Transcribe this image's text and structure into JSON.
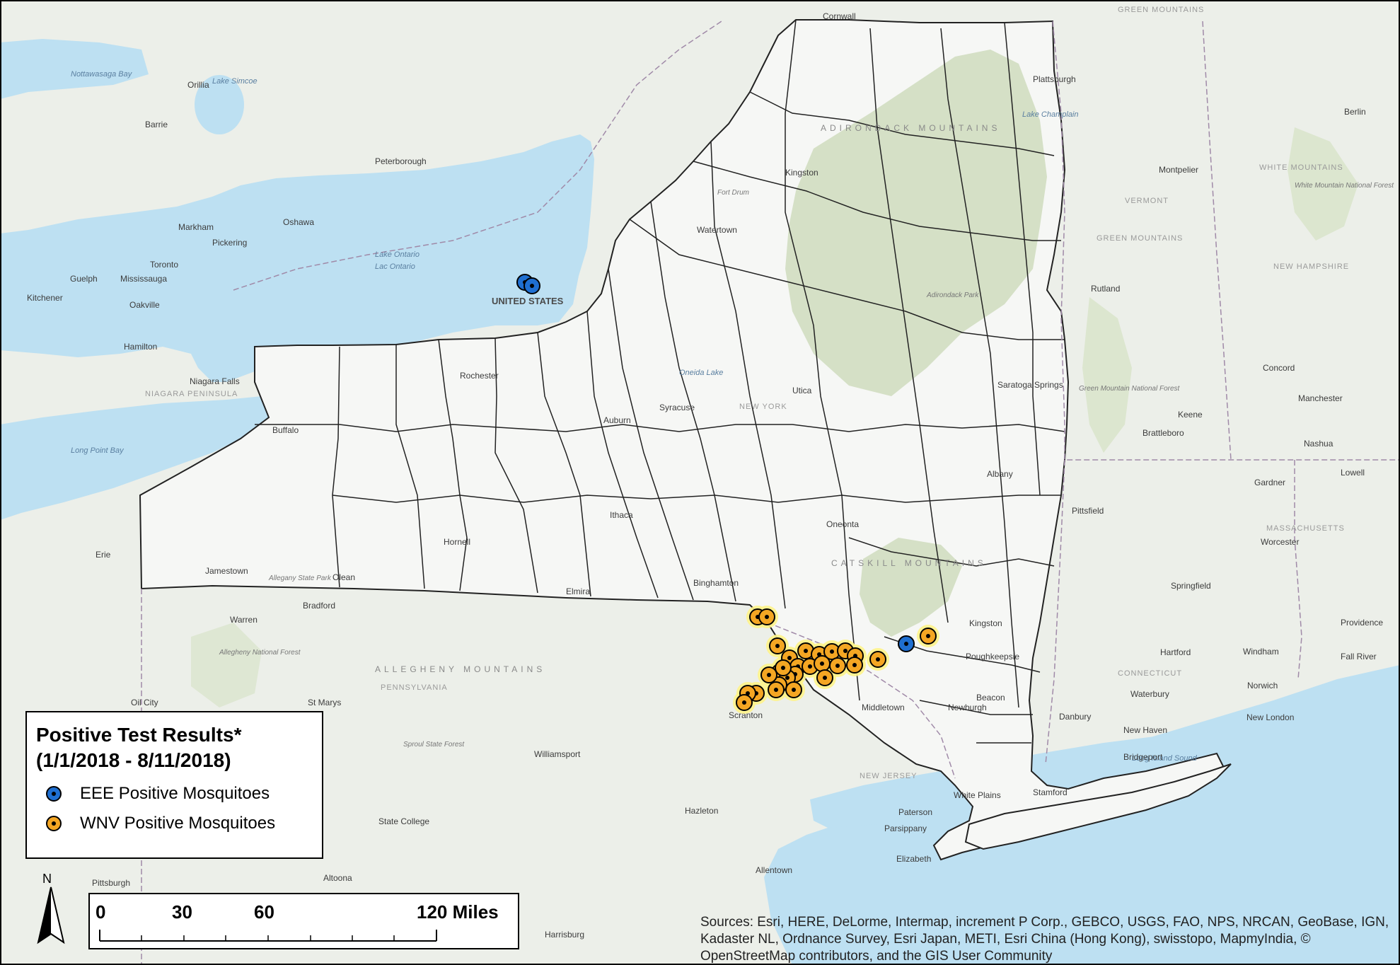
{
  "legend": {
    "title_line1": "Positive Test Results*",
    "title_line2": "(1/1/2018 - 8/11/2018)",
    "items": [
      {
        "label": "EEE Positive Mosquitoes",
        "color": "#1f6fd1"
      },
      {
        "label": "WNV Positive Mosquitoes",
        "color": "#f4a623"
      }
    ]
  },
  "north": "N",
  "scale": {
    "ticks": [
      "0",
      "30",
      "60",
      "120 Miles"
    ]
  },
  "credits": "Sources: Esri, HERE, DeLorme, Intermap, increment P Corp., GEBCO, USGS, FAO, NPS, NRCAN, GeoBase, IGN, Kadaster NL, Ordnance Survey, Esri Japan, METI, Esri China (Hong Kong), swisstopo, MapmyIndia, © OpenStreetMap contributors, and the GIS User Community",
  "colors": {
    "water": "#bde0f2",
    "land": "#ecefe9",
    "state_fill": "#f6f7f5",
    "forest": "#d3e0c1",
    "eee": "#1f6fd1",
    "wnv": "#f4a623",
    "wnv_halo": "#fff38a"
  },
  "places": {
    "new_york_state": "NEW YORK",
    "syracuse": "Syracuse",
    "rochester": "Rochester",
    "buffalo": "Buffalo",
    "utica": "Utica",
    "albany": "Albany",
    "binghamton": "Binghamton",
    "ithaca": "Ithaca",
    "elmira": "Elmira",
    "watertown": "Watertown",
    "plattsburgh": "Plattsburgh",
    "toronto": "Toronto",
    "hamilton": "Hamilton",
    "kingston": "Kingston",
    "oshawa": "Oshawa",
    "pittsburgh": "Pittsburgh",
    "scranton": "Scranton",
    "allentown": "Allentown",
    "hartford": "Hartford",
    "bridgeport": "Bridgeport",
    "stamford": "Stamford",
    "paterson": "Paterson",
    "white_plains": "White Plains",
    "new_haven": "New Haven",
    "poughkeepsie": "Poughkeepsie",
    "saratoga": "Saratoga Springs",
    "jamestown": "Jamestown",
    "olean": "Olean",
    "hornell": "Hornell",
    "auburn": "Auburn",
    "oneonta": "Oneonta",
    "middletown": "Middletown",
    "newburgh": "Newburgh",
    "beacon": "Beacon",
    "danbury": "Danbury",
    "waterbury": "Waterbury",
    "springfield": "Springfield",
    "pittsfield": "Pittsfield",
    "worcester": "Worcester",
    "providence": "Providence",
    "montpelier": "Montpelier",
    "rutland": "Rutland",
    "concord": "Concord",
    "manchester": "Manchester",
    "nashua": "Nashua",
    "keene": "Keene",
    "brattleboro": "Brattleboro",
    "erie": "Erie",
    "warren": "Warren",
    "bradford": "Bradford",
    "kitchener": "Kitchener",
    "guelph": "Guelph",
    "mississauga": "Mississauga",
    "markham": "Markham",
    "pickering": "Pickering",
    "oakville": "Oakville",
    "barrie": "Barrie",
    "orillia": "Orillia",
    "peterborough": "Peterborough",
    "niagara_falls": "Niagara Falls",
    "cornwall": "Cornwall",
    "burlington_vt": "Berlin",
    "lake_ontario": "Lake Ontario",
    "lake_ontario_fr": "Lac Ontario",
    "united_states": "UNITED STATES",
    "adirondack": "ADIRONDACK MOUNTAINS",
    "catskill": "CATSKILL MOUNTAINS",
    "allegheny": "ALLEGHENY MOUNTAINS",
    "green_mountains": "GREEN MOUNTAINS",
    "white_mountains": "WHITE MOUNTAINS",
    "pennsylvania": "PENNSYLVANIA",
    "vermont": "VERMONT",
    "new_hampshire": "NEW HAMPSHIRE",
    "massachusetts": "MASSACHUSETTS",
    "connecticut": "CONNECTICUT",
    "new_jersey": "NEW JERSEY",
    "niagara_peninsula": "NIAGARA PENINSULA",
    "long_island_sound": "Long Island Sound",
    "oneida_lake": "Oneida Lake",
    "adirondack_park": "Adirondack Park",
    "fort_drum": "Fort Drum",
    "lake_champlain": "Lake Champlain",
    "lake_simcoe": "Lake Simcoe",
    "long_point_bay": "Long Point Bay",
    "nottawasaga_bay": "Nottawasaga Bay",
    "allegany_park": "Allegany State Park",
    "sproul": "Sproul State Forest",
    "allegheny_nf": "Allegheny National Forest",
    "green_mtn_nf": "Green Mountain National Forest",
    "white_mtn_nf": "White Mountain National Forest",
    "williamsport": "Williamsport",
    "state_college": "State College",
    "altoona": "Altoona",
    "harrisburg": "Harrisburg",
    "hazleton": "Hazleton",
    "st_marys": "St Marys",
    "oil_city": "Oil City",
    "elizabeth": "Elizabeth",
    "parsippany": "Parsippany",
    "windham": "Windham",
    "norwich": "Norwich",
    "new_london": "New London",
    "fall_river": "Fall River",
    "lowell": "Lowell",
    "gardner": "Gardner",
    "kingston_ny": "Kingston"
  },
  "points": {
    "eee": [
      [
        742,
        399
      ],
      [
        752,
        404
      ],
      [
        1281,
        910
      ]
    ],
    "wnv": [
      [
        1071,
        872
      ],
      [
        1084,
        872
      ],
      [
        1099,
        913
      ],
      [
        1139,
        920
      ],
      [
        1158,
        925
      ],
      [
        1176,
        921
      ],
      [
        1195,
        920
      ],
      [
        1209,
        927
      ],
      [
        1241,
        932
      ],
      [
        1312,
        899
      ],
      [
        1116,
        930
      ],
      [
        1128,
        942
      ],
      [
        1145,
        942
      ],
      [
        1162,
        938
      ],
      [
        1184,
        941
      ],
      [
        1208,
        940
      ],
      [
        1102,
        950
      ],
      [
        1124,
        953
      ],
      [
        1113,
        958
      ],
      [
        1101,
        968
      ],
      [
        1166,
        958
      ],
      [
        1122,
        975
      ],
      [
        1097,
        975
      ],
      [
        1069,
        980
      ],
      [
        1057,
        980
      ],
      [
        1052,
        993
      ],
      [
        1087,
        954
      ],
      [
        1107,
        944
      ]
    ]
  }
}
